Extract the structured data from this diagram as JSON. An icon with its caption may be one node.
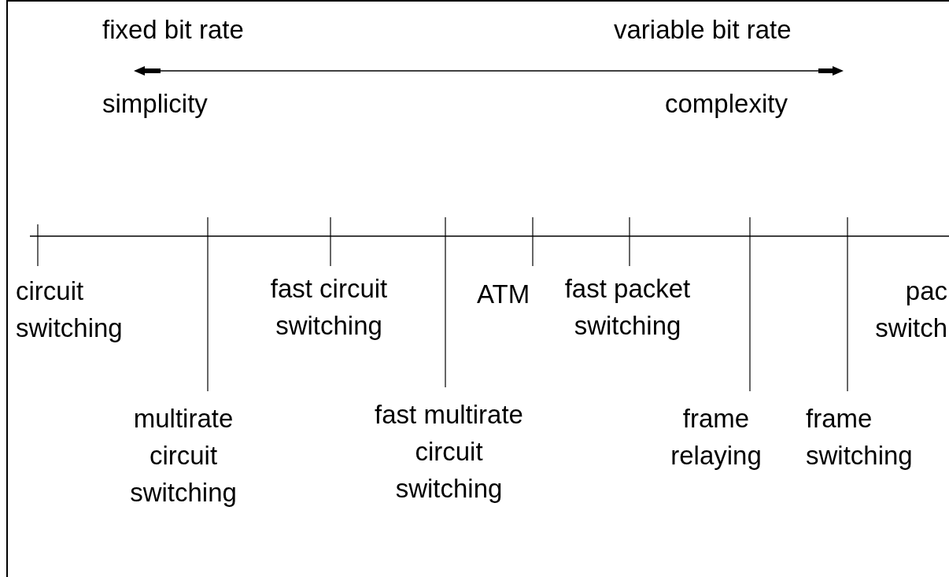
{
  "diagram": {
    "labels": [
      "fixed bit rate",
      "variable bit rate",
      "simplicity",
      "complexity",
      "circuit switching",
      "fast circuit switching",
      "ATM",
      "fast packet switching",
      "pac switch",
      "multirate circuit switching",
      "fast multirate circuit switching",
      "frame relaying",
      "frame switching"
    ]
  }
}
